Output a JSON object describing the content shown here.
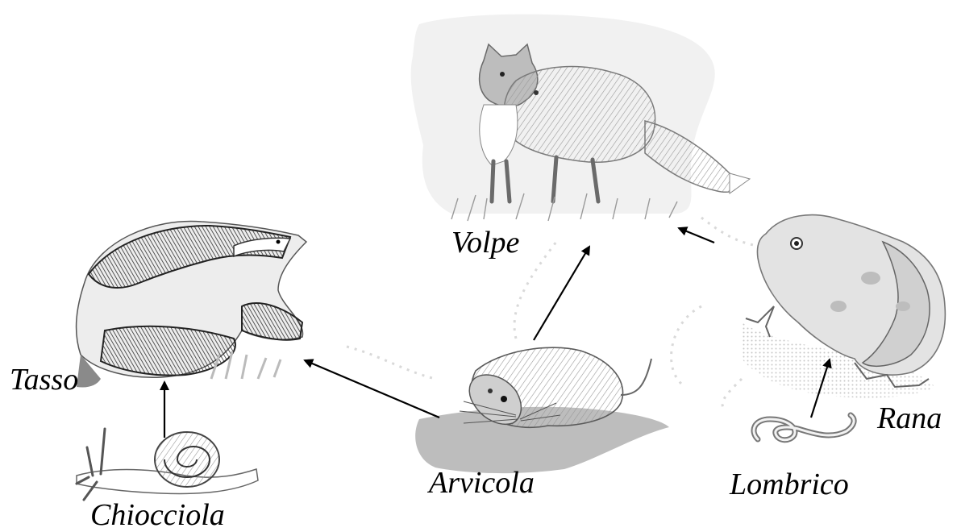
{
  "animals": {
    "volpe": {
      "label": "Volpe",
      "icon": "fox-illustration"
    },
    "tasso": {
      "label": "Tasso",
      "icon": "badger-illustration"
    },
    "chiocciola": {
      "label": "Chiocciola",
      "icon": "snail-illustration"
    },
    "arvicola": {
      "label": "Arvicola",
      "icon": "vole-illustration"
    },
    "rana": {
      "label": "Rana",
      "icon": "frog-illustration"
    },
    "lombrico": {
      "label": "Lombrico",
      "icon": "earthworm-illustration"
    }
  },
  "links": [
    {
      "from": "Chiocciola",
      "to": "Tasso"
    },
    {
      "from": "Arvicola",
      "to": "Tasso"
    },
    {
      "from": "Arvicola",
      "to": "Volpe"
    },
    {
      "from": "Rana",
      "to": "Volpe"
    },
    {
      "from": "Lombrico",
      "to": "Rana"
    }
  ],
  "colors": {
    "arrow": "#000000",
    "sketch_dark": "#3a3a3a",
    "sketch_mid": "#8a8a8a",
    "sketch_light": "#d6d6d6"
  }
}
